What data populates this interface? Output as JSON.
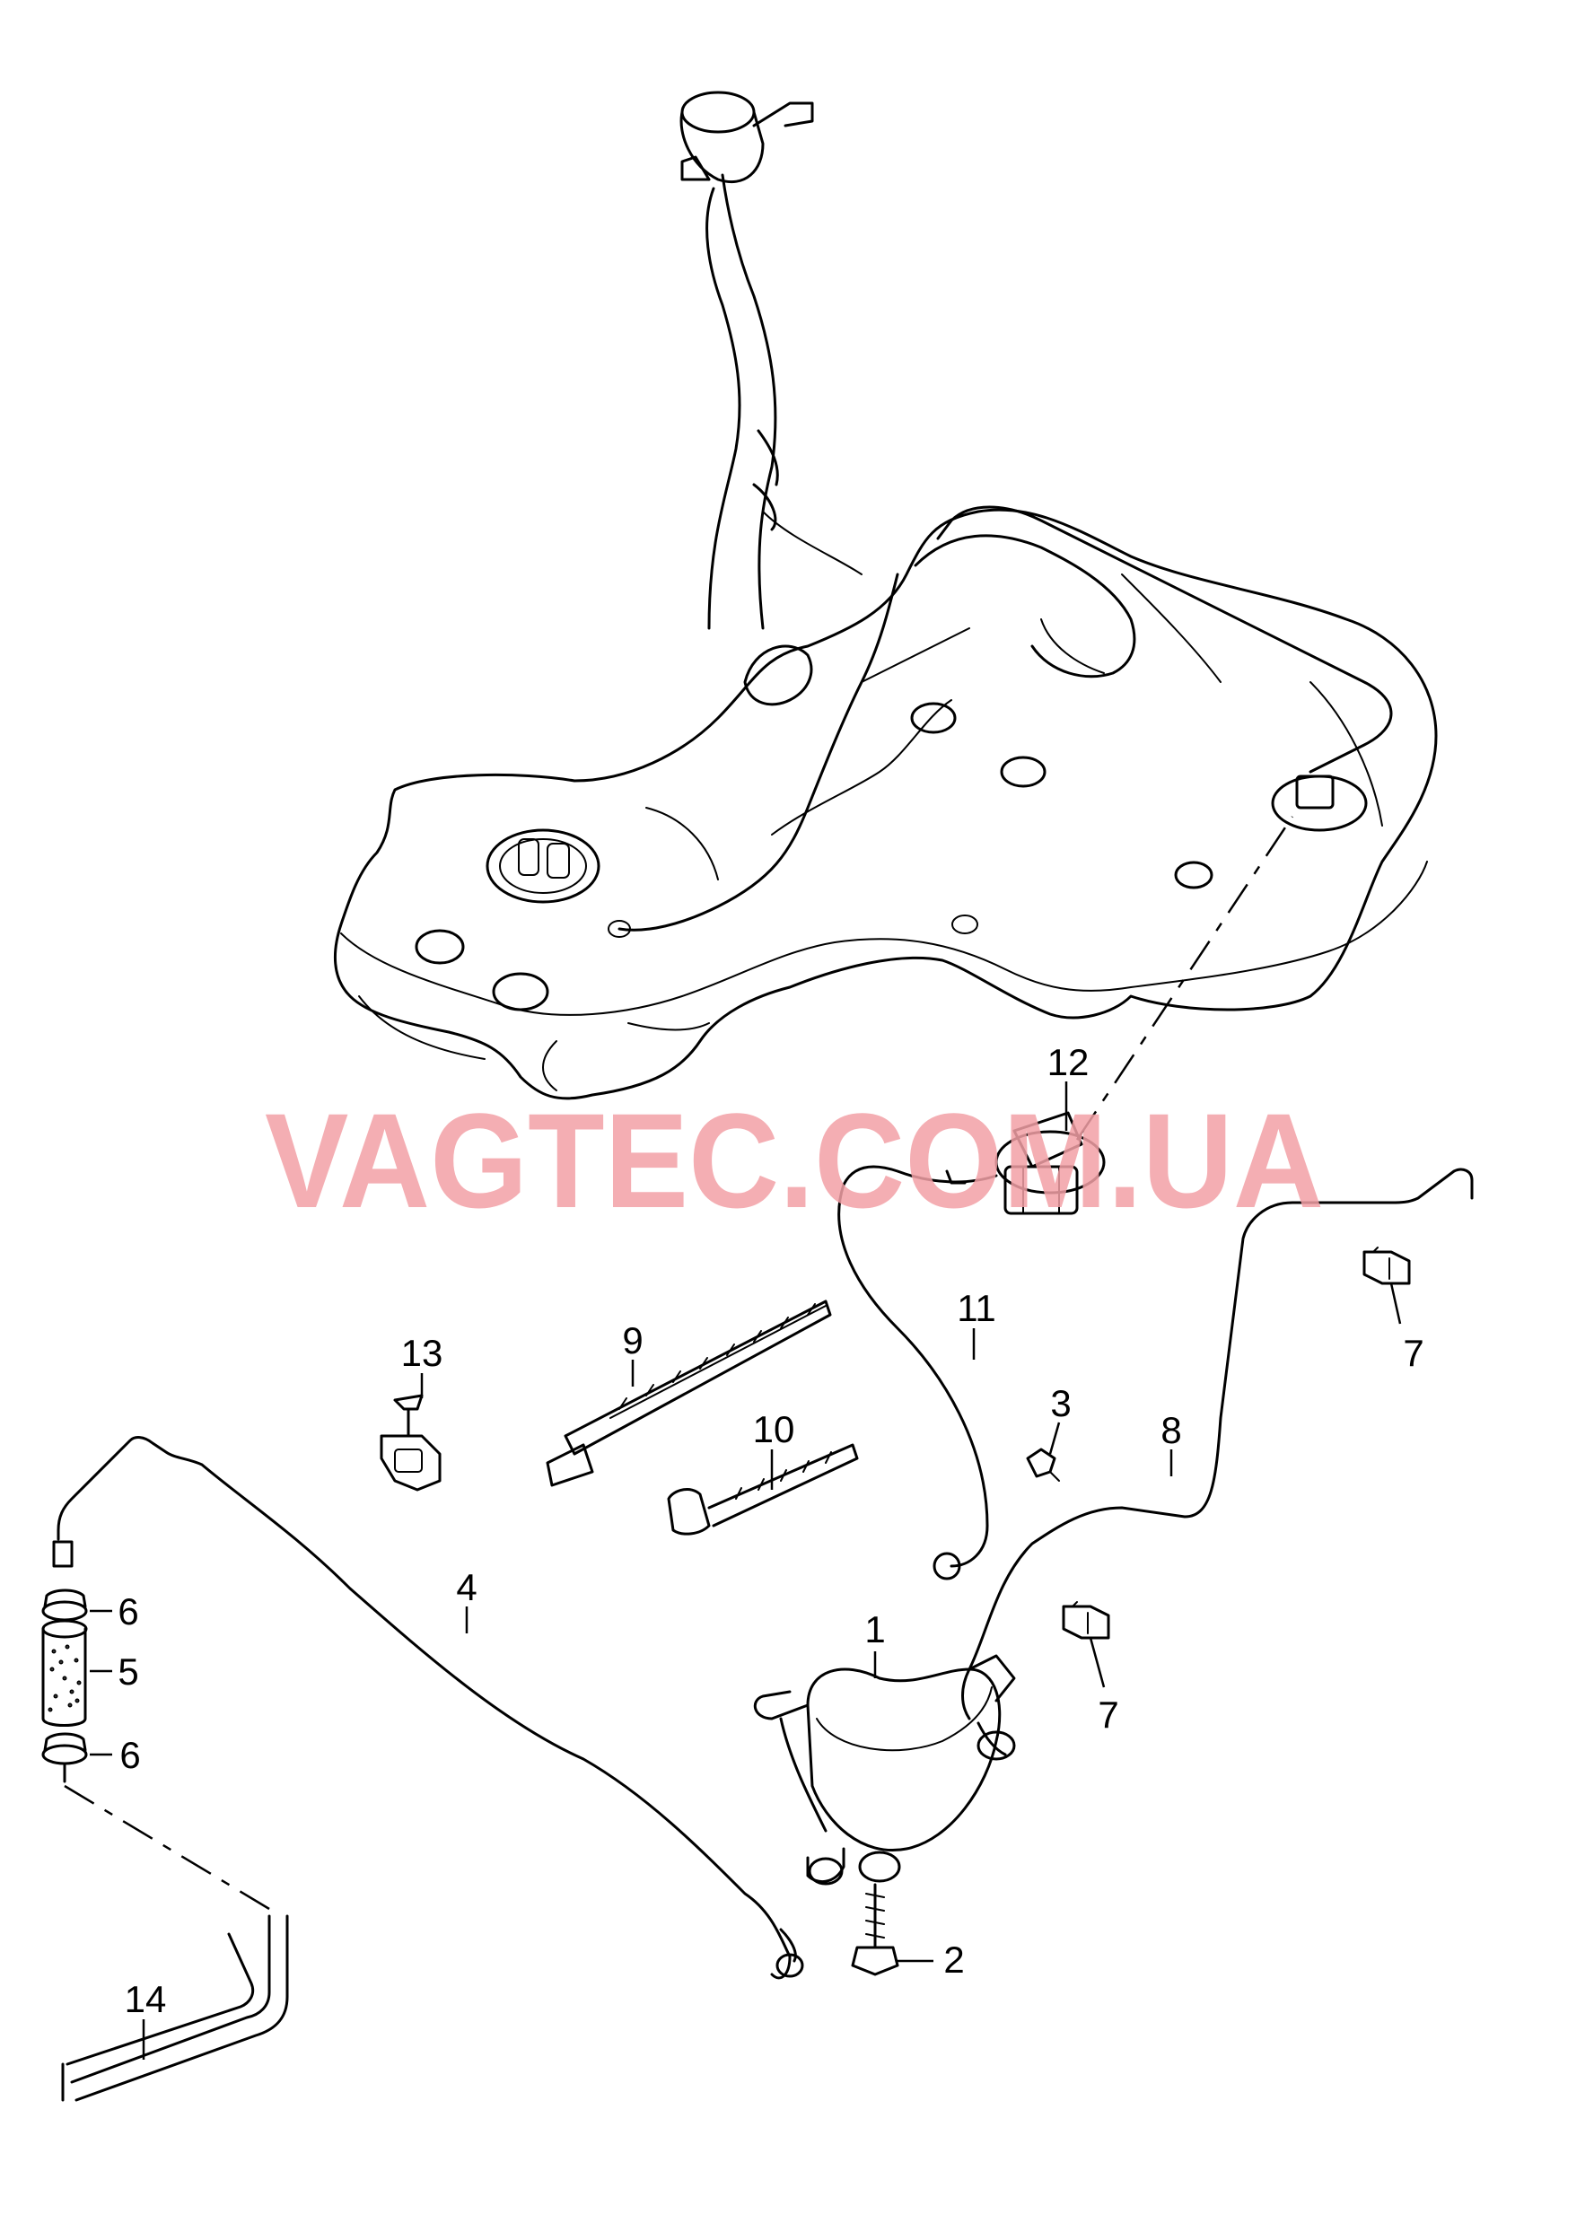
{
  "watermark": "VAGTEC.COM.UA",
  "watermark_color": "#f3a0a6",
  "callouts": [
    "1",
    "2",
    "3",
    "4",
    "5",
    "6",
    "6",
    "7",
    "7",
    "8",
    "9",
    "10",
    "11",
    "12",
    "13",
    "14"
  ]
}
